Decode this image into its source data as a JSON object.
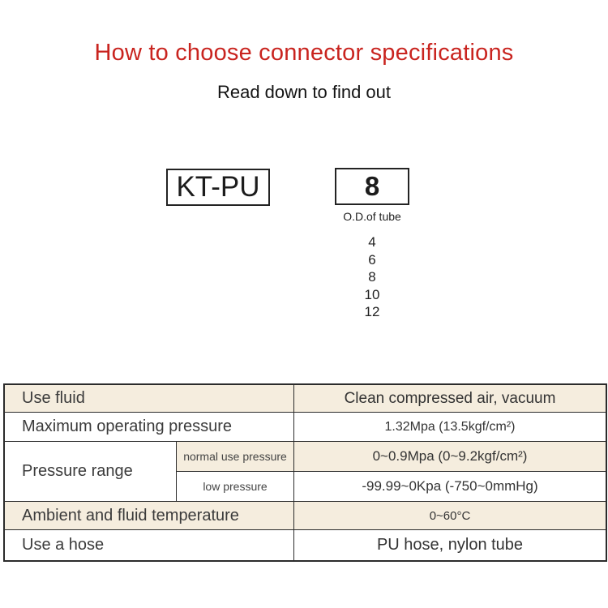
{
  "page": {
    "title": "How to choose connector specifications",
    "subtitle": "Read down to find out"
  },
  "model_code": {
    "prefix": "KT-PU",
    "selected_size": "8",
    "size_caption": "O.D.of tube",
    "size_options": [
      "4",
      "6",
      "8",
      "10",
      "12"
    ]
  },
  "spec_table": {
    "rows": [
      {
        "label": "Use fluid",
        "value": "Clean compressed air, vacuum"
      },
      {
        "label": "Maximum operating pressure",
        "value": "1.32Mpa (13.5kgf/cm²)"
      },
      {
        "label": "Pressure range",
        "sub_rows": [
          {
            "label": "normal use pressure",
            "value": "0~0.9Mpa (0~9.2kgf/cm²)"
          },
          {
            "label": "low pressure",
            "value": "-99.99~0Kpa (-750~0mmHg)"
          }
        ]
      },
      {
        "label": "Ambient and fluid temperature",
        "value": "0~60°C"
      },
      {
        "label": "Use a hose",
        "value": "PU hose, nylon tube"
      }
    ]
  },
  "colors": {
    "accent_red": "#c9241f",
    "row_beige": "#f5edde",
    "border_dark": "#2b2b2b",
    "text_dark": "#3b3b3b"
  }
}
